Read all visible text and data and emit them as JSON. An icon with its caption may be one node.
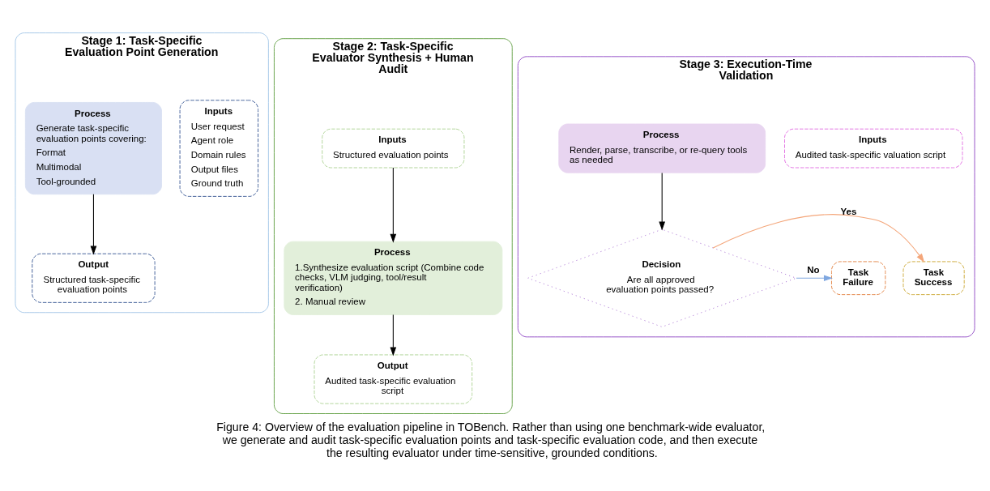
{
  "diagram": {
    "caption": "Figure 4: Overview of the evaluation pipeline in TOBench. Rather than using one benchmark-wide evaluator, we generate and audit task-specific evaluation points and task-specific evaluation code, and then execute the resulting evaluator under time-sensitive, grounded conditions.",
    "nodes": [
      {
        "text": [
          "Stage 1: Task-Specific Evaluation Point Generation"
        ]
      },
      {
        "text": [
          "Inputs",
          "User request",
          "Agent role",
          "Domain rules",
          "Output files",
          "Ground truth"
        ],
        "in": 0
      },
      {
        "text": [
          "Process",
          "Generate task-specific evaluation points covering:",
          "Format",
          "Multimodal",
          "Tool-grounded"
        ],
        "in": 0
      },
      {
        "text": [
          "Output",
          "Structured task-specific evaluation points"
        ],
        "in": 0
      },
      {
        "text": [
          "Stage 2: Task-Specific Evaluator Synthesis + Human Audit"
        ]
      },
      {
        "text": [
          "Inputs",
          "Structured evaluation points"
        ],
        "in": 4
      },
      {
        "text": [
          "Process",
          "1.Synthesize evaluation script (Combine code checks, VLM judging, tool/result verification)",
          "2. Manual review"
        ],
        "in": 4
      },
      {
        "text": [
          "Output",
          "Audited task-specific evaluation script"
        ],
        "in": 4
      },
      {
        "text": [
          "Stage 3: Execution-Time Validation"
        ]
      },
      {
        "text": [
          "Inputs",
          "Audited task-specific valuation script"
        ],
        "in": 8
      },
      {
        "text": [
          "Process",
          "Render, parse, transcribe, or re-query tools as needed"
        ],
        "in": 8
      },
      {
        "text": [
          "Decision",
          "Are all approved evaluation points passed?"
        ],
        "in": 8
      },
      {
        "text": [
          "Task Success"
        ],
        "in": 8
      },
      {
        "text": [
          "Task Failure"
        ],
        "in": 8
      }
    ],
    "edges": [
      {
        "from": 2,
        "to": 3,
        "arrow": "to"
      },
      {
        "from": 5,
        "to": 6,
        "arrow": "to"
      },
      {
        "from": 6,
        "to": 7,
        "arrow": "to"
      },
      {
        "from": 10,
        "to": 11,
        "arrow": "to"
      },
      {
        "from": 11,
        "to": 12,
        "arrow": "to",
        "label": "Yes",
        "color": "#f4a67a"
      },
      {
        "from": 11,
        "to": 13,
        "arrow": "to",
        "label": "No",
        "color": "#7fa7e0"
      }
    ]
  }
}
